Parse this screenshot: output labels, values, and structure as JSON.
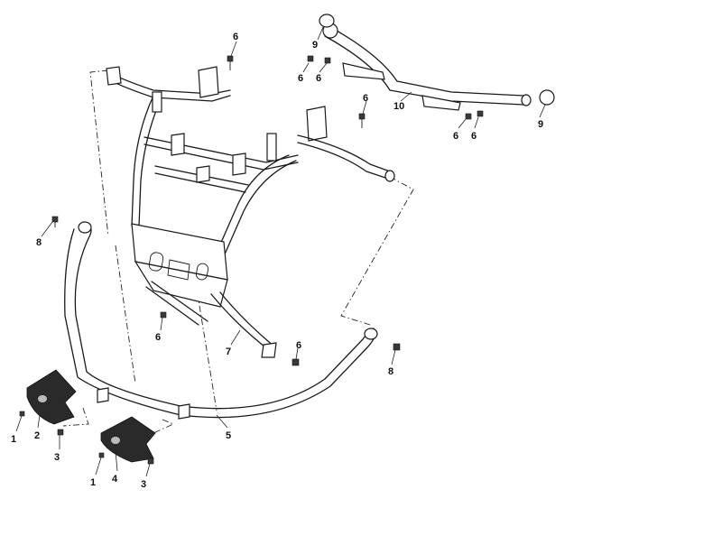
{
  "callouts": [
    {
      "id": "c-6a",
      "label": "6"
    },
    {
      "id": "c-9a",
      "label": "9"
    },
    {
      "id": "c-6b",
      "label": "6"
    },
    {
      "id": "c-6c",
      "label": "6"
    },
    {
      "id": "c-6d",
      "label": "6"
    },
    {
      "id": "c-10",
      "label": "10"
    },
    {
      "id": "c-9b",
      "label": "9"
    },
    {
      "id": "c-6e",
      "label": "6"
    },
    {
      "id": "c-6f",
      "label": "6"
    },
    {
      "id": "c-8a",
      "label": "8"
    },
    {
      "id": "c-6g",
      "label": "6"
    },
    {
      "id": "c-7",
      "label": "7"
    },
    {
      "id": "c-6h",
      "label": "6"
    },
    {
      "id": "c-8b",
      "label": "8"
    },
    {
      "id": "c-5",
      "label": "5"
    },
    {
      "id": "c-1a",
      "label": "1"
    },
    {
      "id": "c-2",
      "label": "2"
    },
    {
      "id": "c-3a",
      "label": "3"
    },
    {
      "id": "c-1b",
      "label": "1"
    },
    {
      "id": "c-4",
      "label": "4"
    },
    {
      "id": "c-3b",
      "label": "3"
    }
  ]
}
